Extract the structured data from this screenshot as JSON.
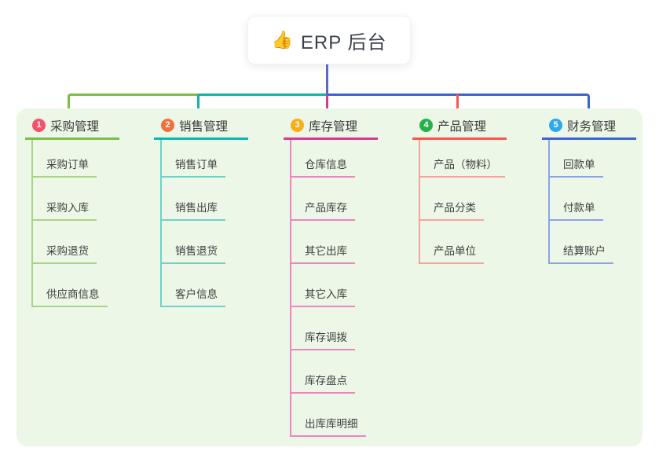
{
  "root": {
    "icon": "👍",
    "title": "ERP 后台",
    "connector_color": "#5b66d2"
  },
  "panel_color": "#ecf7e8",
  "branches": [
    {
      "badge": "1",
      "badge_color": "#f4516c",
      "label": "采购管理",
      "line_color": "#7cbd44",
      "child_line_color": "#a9d487",
      "children": [
        "采购订单",
        "采购入库",
        "采购退货",
        "供应商信息"
      ]
    },
    {
      "badge": "2",
      "badge_color": "#f2703e",
      "label": "销售管理",
      "line_color": "#0db5aa",
      "child_line_color": "#72d1c6",
      "children": [
        "销售订单",
        "销售出库",
        "销售退货",
        "客户信息"
      ]
    },
    {
      "badge": "3",
      "badge_color": "#fbad16",
      "label": "库存管理",
      "line_color": "#d9388f",
      "child_line_color": "#ec86c1",
      "children": [
        "仓库信息",
        "产品库存",
        "其它出库",
        "其它入库",
        "库存调拨",
        "库存盘点",
        "出库库明细"
      ]
    },
    {
      "badge": "4",
      "badge_color": "#26b24b",
      "label": "产品管理",
      "line_color": "#f8554e",
      "child_line_color": "#f9a29b",
      "children": [
        "产品（物料）",
        "产品分类",
        "产品单位"
      ]
    },
    {
      "badge": "5",
      "badge_color": "#2ba9e9",
      "label": "财务管理",
      "line_color": "#3c63d2",
      "child_line_color": "#8da4e4",
      "children": [
        "回款单",
        "付款单",
        "结算账户"
      ]
    }
  ]
}
